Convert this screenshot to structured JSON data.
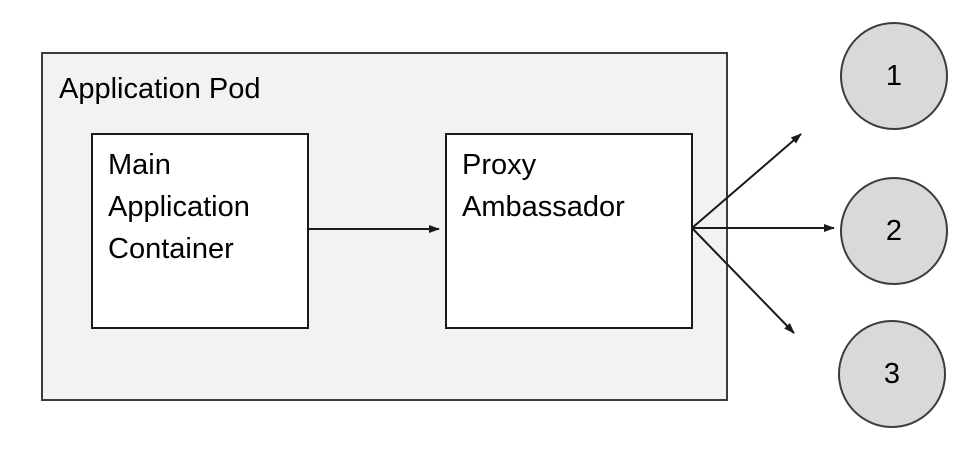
{
  "diagram": {
    "pod": {
      "label": "Application Pod"
    },
    "containers": [
      {
        "id": "main",
        "label": "Main Application Container"
      },
      {
        "id": "proxy",
        "label": "Proxy Ambassador"
      }
    ],
    "nodes": [
      {
        "label": "1"
      },
      {
        "label": "2"
      },
      {
        "label": "3"
      }
    ],
    "connectors": [
      {
        "name": "main-to-proxy"
      },
      {
        "name": "proxy-to-node-1"
      },
      {
        "name": "proxy-to-node-2"
      },
      {
        "name": "proxy-to-node-3"
      }
    ],
    "colors": {
      "pod-fill": "#f2f2f2",
      "pod-border": "#3c3c3c",
      "box-fill": "#ffffff",
      "box-border": "#1a1a1a",
      "node-fill": "#d9d9d9",
      "node-border": "#3c3c3c",
      "line": "#1a1a1a",
      "text": "#000000"
    }
  }
}
